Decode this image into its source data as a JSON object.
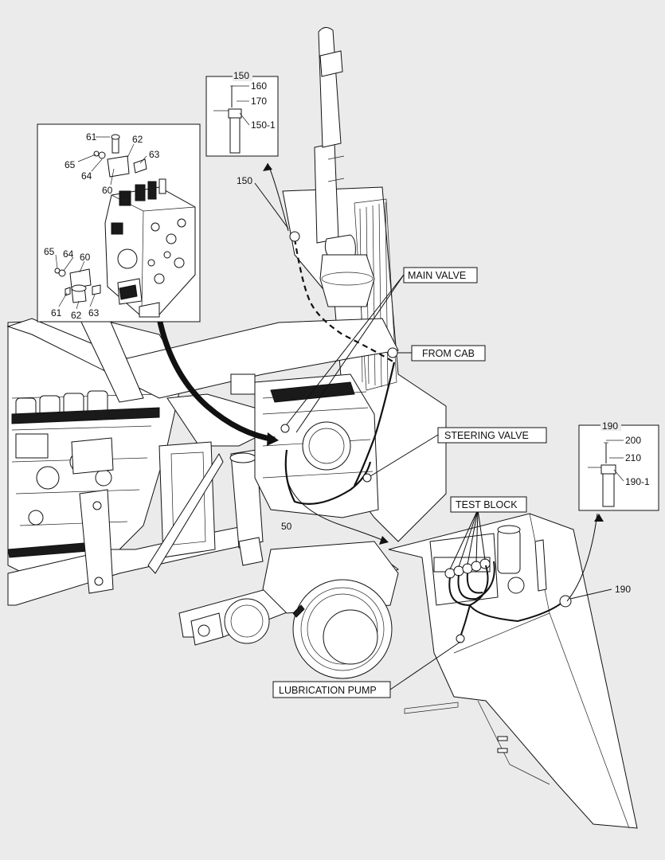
{
  "labels": {
    "main_valve": "MAIN VALVE",
    "from_cab": "FROM CAB",
    "steering_valve": "STEERING VALVE",
    "test_block": "TEST BLOCK",
    "lubrication_pump": "LUBRICATION PUMP"
  },
  "callouts": {
    "c150": "150",
    "c50": "50",
    "c190": "190"
  },
  "detail_150": {
    "title": "150",
    "parts": [
      "160",
      "170",
      "150-1"
    ]
  },
  "detail_190": {
    "title": "190",
    "parts": [
      "200",
      "210",
      "190-1"
    ]
  },
  "detail_main_valve": {
    "top_parts": [
      "61",
      "62",
      "65",
      "63",
      "64",
      "60"
    ],
    "bottom_parts": [
      "65",
      "64",
      "60",
      "61",
      "62",
      "63"
    ]
  }
}
